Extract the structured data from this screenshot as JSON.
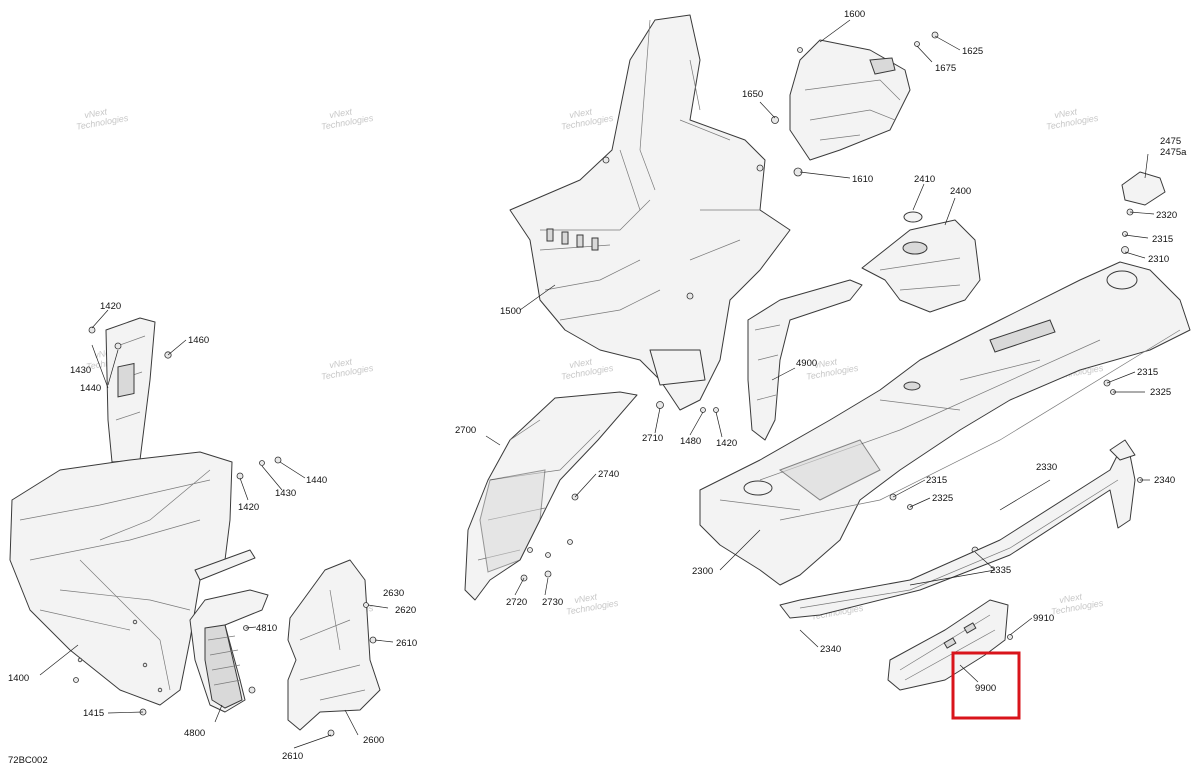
{
  "diagram_code": "72BC002",
  "watermark": {
    "line1": "vNext",
    "line2": "Technologies",
    "combined": "vNext Technologies"
  },
  "highlight_color": "#d9141b",
  "labels": {
    "p1400": "1400",
    "p1415": "1415",
    "p1420a": "1420",
    "p1420b": "1420",
    "p1420c": "1420",
    "p1430a": "1430",
    "p1430b": "1430",
    "p1440a": "1440",
    "p1440b": "1440",
    "p1460": "1460",
    "p1480": "1480",
    "p1500": "1500",
    "p1600": "1600",
    "p1610": "1610",
    "p1625": "1625",
    "p1650": "1650",
    "p1675": "1675",
    "p2300": "2300",
    "p2310": "2310",
    "p2315a": "2315",
    "p2315b": "2315",
    "p2315c": "2315",
    "p2320": "2320",
    "p2325a": "2325",
    "p2325b": "2325",
    "p2330": "2330",
    "p2335": "2335",
    "p2340a": "2340",
    "p2340b": "2340",
    "p2400": "2400",
    "p2410": "2410",
    "p2475": "2475",
    "p2475a": "2475a",
    "p2600": "2600",
    "p2610a": "2610",
    "p2610b": "2610",
    "p2620": "2620",
    "p2630": "2630",
    "p2700": "2700",
    "p2710": "2710",
    "p2720": "2720",
    "p2730": "2730",
    "p2740": "2740",
    "p4800": "4800",
    "p4810": "4810",
    "p4900": "4900",
    "p9900": "9900",
    "p9910": "9910"
  }
}
